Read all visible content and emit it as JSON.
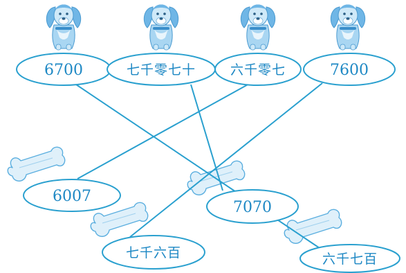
{
  "top_labels": [
    "6700",
    "七千零七十",
    "六千零七",
    "7600"
  ],
  "bottom_labels": [
    "6007",
    "7070",
    "七千六百",
    "六千七百"
  ],
  "colors": {
    "line": "#2aa0cf",
    "text": "#1e88c4",
    "dog": "#8ec8ec",
    "bone": "#bfe1f5"
  },
  "icons": {
    "dog": "dog-icon",
    "bone": "bone-icon"
  }
}
